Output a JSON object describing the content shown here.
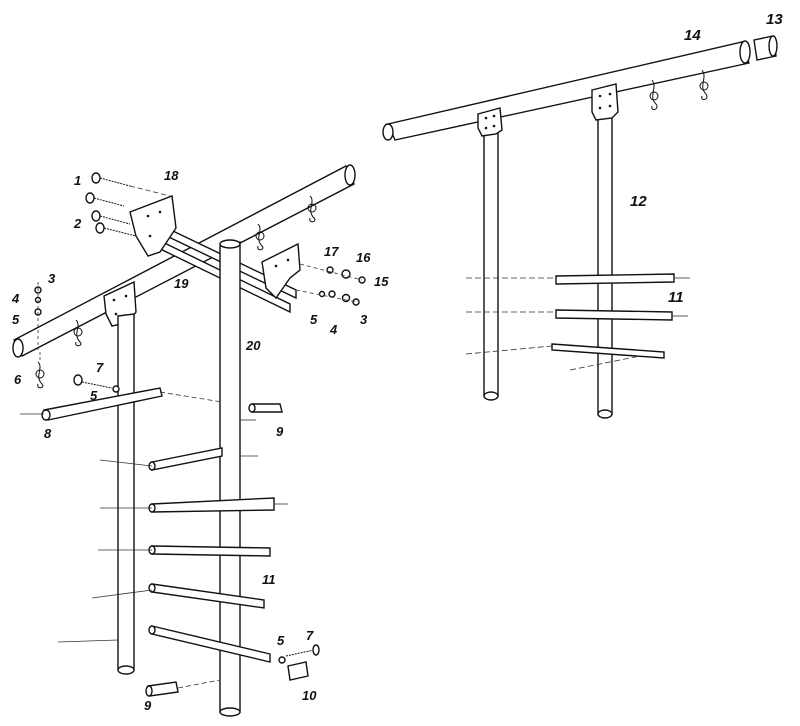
{
  "diagram": {
    "labels": {
      "p1": "1",
      "p2": "2",
      "p3a": "3",
      "p3b": "3",
      "p4a": "4",
      "p4b": "4",
      "p5a": "5",
      "p5b": "5",
      "p5c": "5",
      "p5d": "5",
      "p6": "6",
      "p7a": "7",
      "p7b": "7",
      "p8": "8",
      "p9a": "9",
      "p9b": "9",
      "p10": "10",
      "p11a": "11",
      "p11b": "11",
      "p12": "12",
      "p13": "13",
      "p14": "14",
      "p15": "15",
      "p16": "16",
      "p17": "17",
      "p18": "18",
      "p19": "19",
      "p20": "20"
    }
  }
}
